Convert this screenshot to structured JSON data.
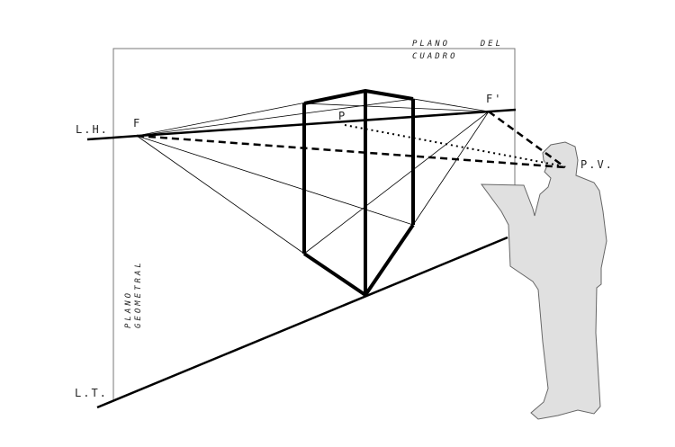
{
  "labels": {
    "plano_del": "PLANO    DEL",
    "cuadro": "CUADRO",
    "lh": "L.H.",
    "f": "F",
    "f_prime": "F'",
    "p": "P",
    "pv": "P.V.",
    "lt": "L.T.",
    "plano": "PLANO",
    "geometral": "GEOMETRAL"
  },
  "colors": {
    "line": "#000000",
    "frame": "#777777",
    "figure_fill": "#e0e0e0",
    "figure_stroke": "#666666"
  }
}
